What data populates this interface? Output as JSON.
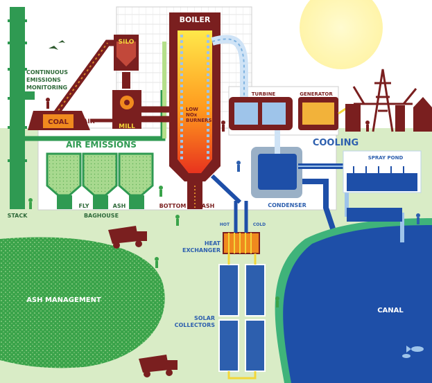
{
  "labels": {
    "boiler": "BOILER",
    "silo": "SILO",
    "coal": "COAL",
    "air": "AIR",
    "mill": "MILL",
    "low_nox_burners_1": "LOW",
    "low_nox_burners_2": "NOx",
    "low_nox_burners_3": "BURNERS",
    "turbine": "TURBINE",
    "generator": "GENERATOR",
    "cems_1": "CONTINUOUS",
    "cems_2": "EMISSIONS",
    "cems_3": "MONITORING",
    "air_emissions": "AIR EMISSIONS",
    "fly": "FLY",
    "ash_1": "ASH",
    "bottom": "BOTTOM",
    "ash_2": "ASH",
    "stack": "STACK",
    "baghouse": "BAGHOUSE",
    "cooling": "COOLING",
    "spray_pond": "SPRAY POND",
    "condenser": "CONDENSER",
    "hot": "HOT",
    "cold": "COLD",
    "heat_exchanger_1": "HEAT",
    "heat_exchanger_2": "EXCHANGER",
    "ash_management": "ASH MANAGEMENT",
    "solar_collectors_1": "SOLAR",
    "solar_collectors_2": "COLLECTORS",
    "canal": "CANAL"
  },
  "colors": {
    "sky": "#ffffff",
    "ground": "#d9ecc6",
    "sun": "#fff3a0",
    "maroon": "#7a1f1f",
    "building": "#ffffff",
    "green_dark": "#2f9a52",
    "green_light": "#8fd18a",
    "water": "#1e4fa8",
    "water_light": "#9ec4ea",
    "orange": "#f08a1e",
    "solar": "#2d5fae",
    "yellow": "#f2d73a"
  }
}
